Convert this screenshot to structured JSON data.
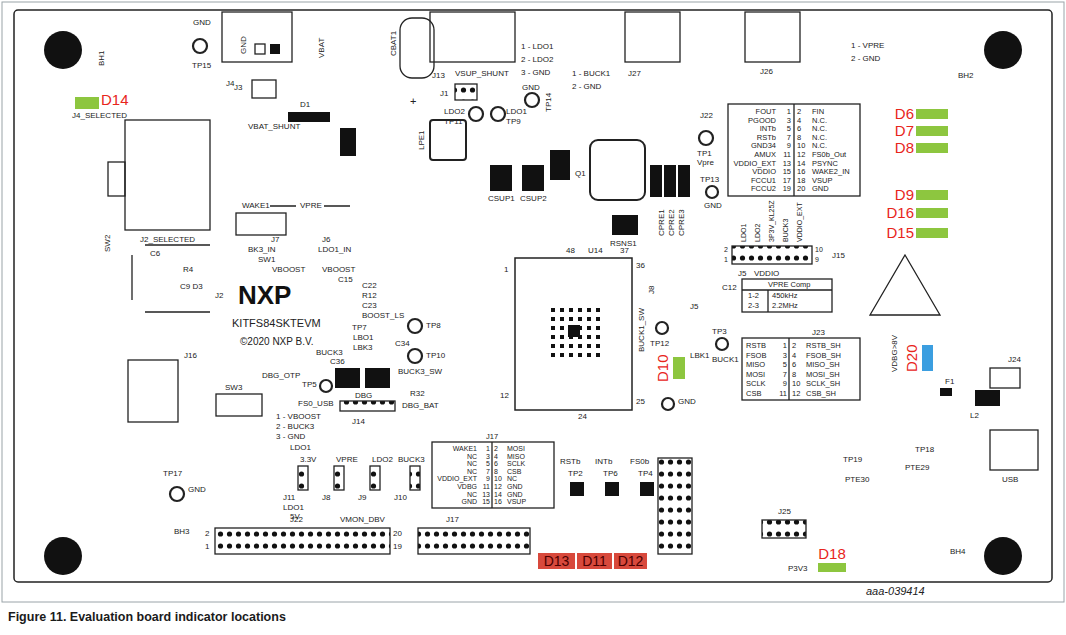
{
  "diagram": {
    "caption": "Figure 11. Evaluation board indicator locations",
    "nodes": [
      {
        "text": [
          "D14"
        ]
      },
      {
        "text": [
          "D6"
        ]
      },
      {
        "text": [
          "D7"
        ]
      },
      {
        "text": [
          "D8"
        ]
      },
      {
        "text": [
          "D9"
        ]
      },
      {
        "text": [
          "D16"
        ]
      },
      {
        "text": [
          "D15"
        ]
      },
      {
        "text": [
          "D20"
        ]
      },
      {
        "text": [
          "D10"
        ]
      },
      {
        "text": [
          "D13"
        ]
      },
      {
        "text": [
          "D11"
        ]
      },
      {
        "text": [
          "D12"
        ]
      },
      {
        "text": [
          "D18"
        ]
      }
    ],
    "labels": [
      "GND",
      "TP15",
      "BH1",
      "GND",
      "VBAT",
      "J4",
      "CBAT1",
      "+",
      "J13",
      "1 - LDO1",
      "2 - LDO2",
      "3 - GND",
      "VSUP_SHUNT",
      "J1",
      "LDO2",
      "TP11",
      "LDO1",
      "TP9",
      "GND",
      "TP14",
      "1 - BUCK1",
      "2 - GND",
      "J27",
      "J26",
      "1 - VPRE",
      "2 - GND",
      "BH2",
      "J3",
      "VBAT_SHUNT",
      "D1",
      "LPE1",
      "CSUP1",
      "CSUP2",
      "Q1",
      "J22",
      "TP1",
      "Vpre",
      "TP13",
      "GND",
      "RSNS1",
      "CPRE1",
      "CPRE2",
      "CPRE3",
      "J5",
      "VDDIO",
      "J15",
      "C12",
      "J23",
      "VDBG>8V",
      "F1",
      "J24",
      "L2",
      "USB",
      "J4_SELECTED",
      "J2_SELECTED",
      "SW2",
      "WAKE1",
      "SW1",
      "BK3_IN",
      "J7",
      "J6",
      "VPRE",
      "LDO1_IN",
      "VBOOST",
      "VBOOST",
      "C6",
      "R4",
      "C9 D3",
      "J2",
      "C15",
      "C22",
      "R12",
      "C23",
      "BOOST_LS",
      "TP7",
      "LBO1",
      "LBK3",
      "TP8",
      "TP10",
      "KITFS84SKTEVM",
      "©2020 NXP B.V.",
      "BUCK3",
      "C36",
      "C34",
      "TP5",
      "BUCK3_SW",
      "SW3",
      "DBG_OTP",
      "DBG",
      "R32",
      "FS0_USB",
      "DBG_BAT",
      "J14",
      "J16",
      "1 - VBOOST",
      "2 - BUCK3",
      "3 - GND",
      "LDO1",
      "3.3V",
      "VPRE",
      "LDO2",
      "BUCK3",
      "J11",
      "LDO1",
      "5V",
      "J8",
      "J9",
      "J10",
      "VMON_DBV",
      "TP17",
      "GND",
      "BH3",
      "J22",
      "2",
      "1",
      "20",
      "19",
      "J17",
      "RSTb",
      "INTb",
      "FS0b",
      "TP2",
      "TP6",
      "TP4",
      "J25",
      "TP19",
      "TP18",
      "PTE30",
      "PTE29",
      "BH4",
      "P3V3",
      "48",
      "U14",
      "37",
      "1",
      "12",
      "24",
      "25",
      "36",
      "J8",
      "J5",
      "BUCK1_SW",
      "TP12",
      "LBK1",
      "TP3",
      "BUCK1",
      "GND",
      "aaa-039414",
      "NXP",
      "FOUT",
      "1",
      "2",
      "FIN",
      "PGOOD",
      "3",
      "4",
      "N.C.",
      "INTb",
      "5",
      "6",
      "N.C.",
      "RSTb",
      "7",
      "8",
      "N.C.",
      "GND34",
      "9",
      "10",
      "N.C.",
      "AMUX",
      "11",
      "12",
      "FS0b_Out",
      "VDDIO_EXT",
      "13",
      "14",
      "PSYNC",
      "VDDIO",
      "15",
      "16",
      "WAKE2_IN",
      "FCCU1",
      "17",
      "18",
      "VSUP",
      "FCCU2",
      "19",
      "20",
      "GND",
      "LDO1",
      "LDO2",
      "3P3V_KL25Z",
      "BUCK3",
      "VDDIO_EXT",
      "2",
      "1",
      "10",
      "9",
      "VPRE Comp",
      "1-2",
      "450kHz",
      "2-3",
      "2.2MHz",
      "RSTB",
      "1",
      "2",
      "RSTB_SH",
      "FSOB",
      "3",
      "4",
      "FSOB_SH",
      "MISO",
      "5",
      "6",
      "MISO_SH",
      "MOSI",
      "7",
      "8",
      "MOSI_SH",
      "SCLK",
      "9",
      "10",
      "SCLK_SH",
      "CSB",
      "11",
      "12",
      "CSB_SH",
      "J17",
      "WAKE1",
      "1",
      "2",
      "MOSI",
      "NC",
      "3",
      "4",
      "MISO",
      "NC",
      "5",
      "6",
      "SCLK",
      "NC",
      "7",
      "8",
      "CSB",
      "VDDIO_EXT",
      "9",
      "10",
      "NC",
      "VDBG",
      "11",
      "12",
      "GND",
      "NC",
      "13",
      "14",
      "GND",
      "GND",
      "15",
      "16",
      "VSUP"
    ]
  }
}
